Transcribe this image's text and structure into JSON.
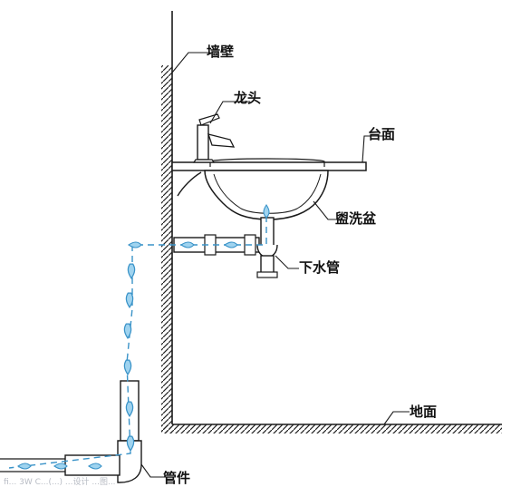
{
  "labels": {
    "wall": "墙壁",
    "faucet": "龙头",
    "countertop": "台面",
    "basin": "盥洗盆",
    "drain_pipe": "下水管",
    "floor": "地面",
    "fitting": "管件"
  },
  "watermark": "fi... 3W  C...(...)  ...设计 ...图...",
  "colors": {
    "line": "#1a1a1a",
    "pipe_fill": "#ffffff",
    "water_arrow": "#3a93c8",
    "water_fill": "#9fd3ef",
    "label": "#111111"
  },
  "icons": {
    "flow_marker": "water-drop-arrow-icon"
  }
}
